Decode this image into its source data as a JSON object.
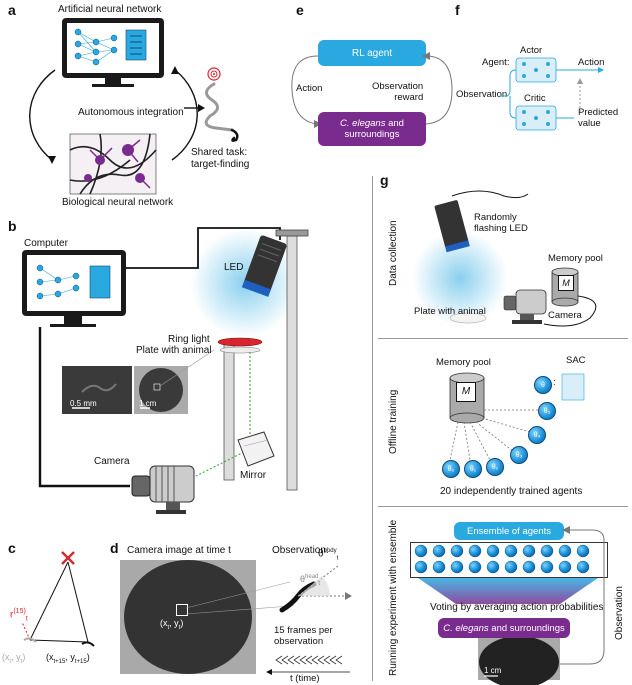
{
  "panels": {
    "a": "a",
    "b": "b",
    "c": "c",
    "d": "d",
    "e": "e",
    "f": "f",
    "g": "g"
  },
  "a": {
    "ann": "Artificial neural network",
    "integration": "Autonomous integration",
    "bnn": "Biological neural network",
    "task": "Shared task:\ntarget-finding"
  },
  "b": {
    "computer": "Computer",
    "led": "LED",
    "ring": "Ring light",
    "plate": "Plate with animal",
    "scale1": "0.5 mm",
    "scale2": "1 cm",
    "camera": "Camera",
    "mirror": "Mirror"
  },
  "c": {
    "r": "r",
    "r_sup": "(15)",
    "r_sub": "t",
    "xy1": "(x",
    "xy1_sub": "t",
    "xy1_mid": ", y",
    "xy1_end": ")",
    "xy2": "(x",
    "xy2_sub": "t+15",
    "xy2_mid": ", y",
    "xy2_sub2": "t+15",
    "xy2_end": ")"
  },
  "d": {
    "title": "Camera image at time t",
    "obs": "Observation:",
    "coord": "(x",
    "coord_sub": "t",
    "coord_mid": ", y",
    "coord_end": ")",
    "theta_body": "θ",
    "theta_body_sup": "body",
    "theta_body_sub": "t",
    "theta_head": "θ",
    "theta_head_sup": "head",
    "theta_head_sub": "t",
    "frames": "15 frames per\nobservation",
    "time": "t (time)"
  },
  "e": {
    "agent": "RL agent",
    "action": "Action",
    "obs": "Observation\nreward",
    "env_italic": "C. elegans",
    "env_rest": " and\nsurroundings"
  },
  "f": {
    "agent": "Agent:",
    "actor": "Actor",
    "action": "Action",
    "observation": "Observation",
    "critic": "Critic",
    "pred": "Predicted\nvalue"
  },
  "g": {
    "section1": "Data collection",
    "led": "Randomly\nflashing LED",
    "pool": "Memory pool",
    "plate": "Plate with animal",
    "camera": "Camera",
    "M": "M",
    "section2": "Offline training",
    "pool2": "Memory pool",
    "M2": "M",
    "sac": "SAC",
    "theta_agents": [
      "θ₀",
      "θ₁",
      "θ₂",
      "θ₃",
      "θ₄",
      "θ₅"
    ],
    "theta": "θ",
    "agents_caption": "20 independently trained agents",
    "section3": "Running experiment with ensemble",
    "ensemble": "Ensemble of agents",
    "voting": "Voting by averaging action probabilities",
    "env_italic": "C. elegans",
    "env_rest": " and surroundings",
    "observation": "Observation",
    "scale": "1 cm"
  },
  "colors": {
    "blue": "#29a9e0",
    "purple": "#7a2c8e",
    "gray": "#888888",
    "dark": "#1a1a1a"
  }
}
